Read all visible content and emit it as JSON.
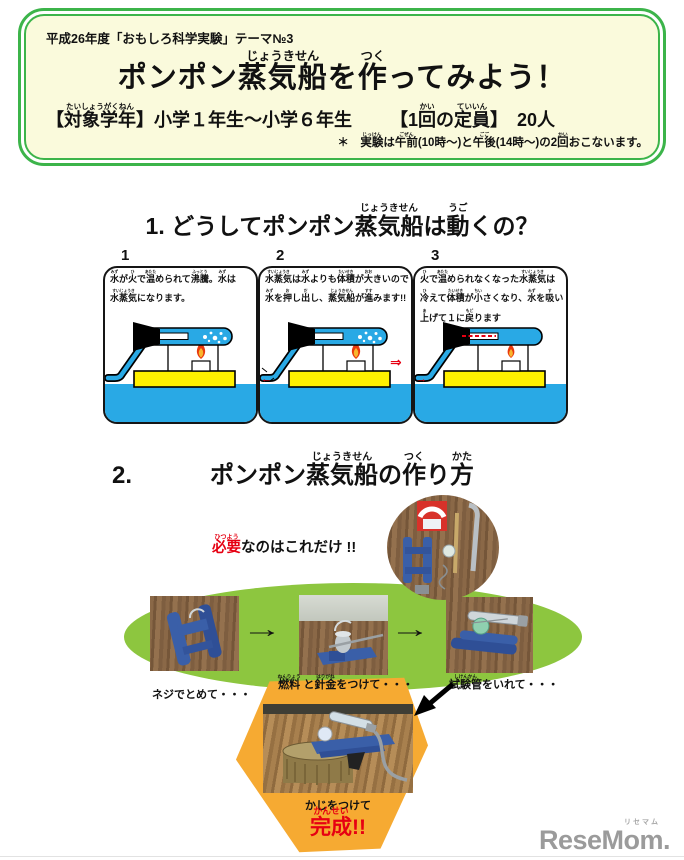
{
  "colors": {
    "border_green": "#3CB44A",
    "header_bg": "#FAFADC",
    "water_blue": "#29A9E5",
    "deck_yellow": "#FFF100",
    "flame_red": "#E8380D",
    "flame_orange": "#F8B62D",
    "accent_red": "#E60012",
    "ellipse_green": "#8DC63F",
    "polygon_orange": "#F6AA32",
    "hull_blue": "#3A5FA8",
    "logo_gray": "#9B9B9B"
  },
  "header": {
    "theme_line": "平成26年度「おもしろ科学実験」テーマ№3",
    "title_ruby": "ポンポン[蒸気船|じょうきせん]を[作|つく]ってみよう！",
    "target_ruby": "【[対象学年|たいしょうがくねん]】小学１年生～小学６年生",
    "capacity_ruby": "【1[回|かい]の[定員|ていいん]】　20人",
    "note_ruby": "＊　[実験|じっけん]は[午前|ごぜん](10時～)と[午後|ごご](14時～)の2[回|かい]おこないます。"
  },
  "section1": {
    "heading_ruby": "1. どうしてポンポン[蒸気船|じょうきせん]は[動|うご]くの？",
    "panels": [
      {
        "number": "1",
        "text_ruby": "[水|みず]が[火|ひ]で[温|あたた]められて[沸騰|ふっとう]。[水|みず]は[水蒸気|すいじょうき]になります。"
      },
      {
        "number": "2",
        "text_ruby": "[水蒸気|すいじょうき]は[水|みず]よりも[体積|たいせき]が[大|おお]きいので[水|みず]を[押|お]し[出|だ]し、[蒸気船|じょうきせん]が[進|すす]みます!!"
      },
      {
        "number": "3",
        "text_ruby": "[火|ひ]で[温|あたた]められなくなった[水蒸気|すいじょうき]は[冷|ひ]えて[体積|たいせき]が[小|ちい]さくなり、[水|みず]を[吸|す]い[上|あ]げて１に[戻|もど]ります"
      }
    ],
    "push_arrow_glyph": "⇒",
    "out_arrow_glyph": "←",
    "in_arrow_glyph": "→"
  },
  "section2": {
    "heading_number": "2.",
    "heading_ruby": "ポンポン[蒸気船|じょうきせん]の[作|つく]り[方|かた]",
    "materials_red_ruby": "[必要|ひつよう]",
    "materials_rest": "なのはこれだけ !!",
    "steps": [
      {
        "caption_ruby": "ネジでとめて・・・"
      },
      {
        "caption_ruby": "[燃料|ねんりょう] と[針金|はりがね]をつけて・・・"
      },
      {
        "caption_ruby": "[試験管|しけんかん]をいれて・・・"
      }
    ],
    "step_arrow_glyph": "→",
    "final_caption": "かじをつけて",
    "complete_ruby": "[完成|かんせい]!!"
  },
  "footer": {
    "logo_text": "ReseMom.",
    "logo_kana": "リセマム"
  }
}
